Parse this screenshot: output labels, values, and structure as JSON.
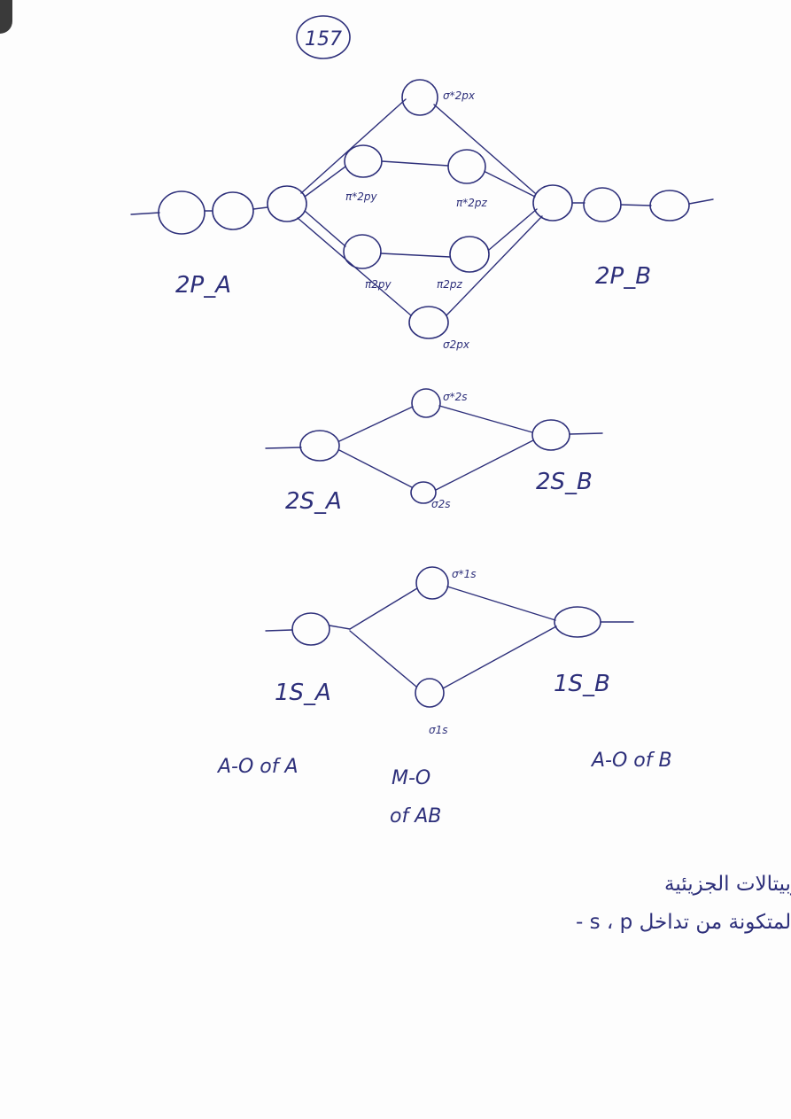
{
  "page_number": "157",
  "diagrams": {
    "p": {
      "atom_a_label": "2P_A",
      "atom_b_label": "2P_B",
      "sigma_star_label": "σ*2px",
      "pi_star_y_label": "π*2py",
      "pi_star_z_label": "π*2pz",
      "pi_y_label": "π2py",
      "pi_z_label": "π2pz",
      "sigma_label": "σ2px"
    },
    "s2": {
      "atom_a_label": "2S_A",
      "atom_b_label": "2S_B",
      "sigma_star_label": "σ*2s",
      "sigma_label": "σ2s"
    },
    "s1": {
      "atom_a_label": "1S_A",
      "atom_b_label": "1S_B",
      "sigma_star_label": "σ*1s",
      "sigma_label": "σ1s"
    }
  },
  "footer": {
    "left": "A-O of A",
    "middle_line1": "M-O",
    "middle_line2": "of AB",
    "right": "A-O of B"
  },
  "caption": {
    "line1": "شكل يمثل مستويات الطاقة للاوربيتالات الجزيئية",
    "line2": "المتكونة من تداخل s ، p -"
  },
  "colors": {
    "ink": "#2d2f7a",
    "paper": "#fdfdfd"
  }
}
